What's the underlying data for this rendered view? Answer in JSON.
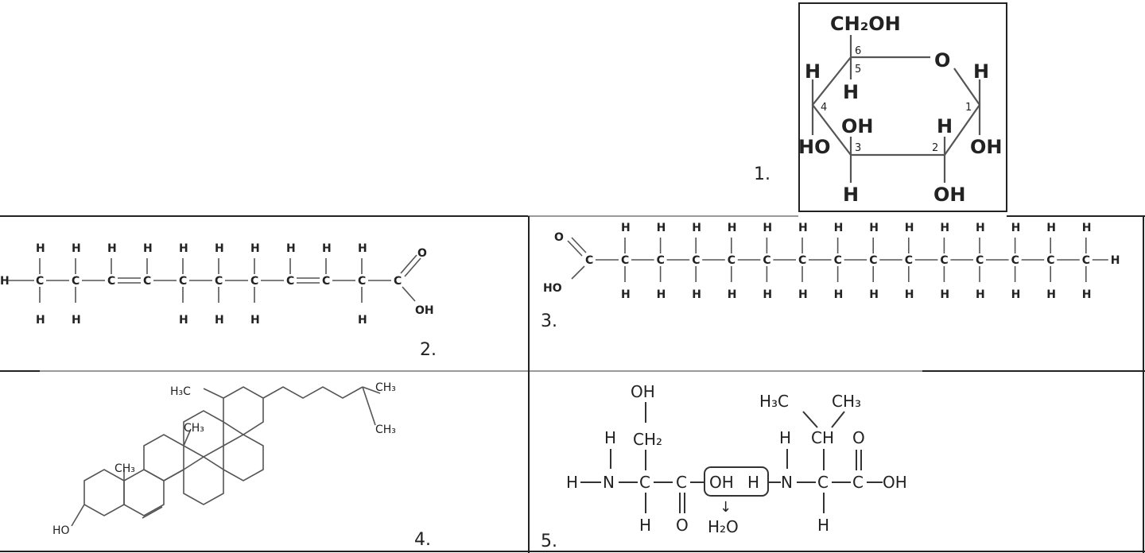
{
  "labels": {
    "glucose": "1.",
    "fatty_acid_unsaturated": "2.",
    "fatty_acid_saturated": "3.",
    "steroid": "4.",
    "dipeptide": "5."
  },
  "glucose": {
    "ch2oh": "CH₂OH",
    "ring_o": "O",
    "h_c4_top": "H",
    "h_c5": "H",
    "h_c1": "H",
    "oh_c3": "OH",
    "h_c2": "H",
    "ho_c4": "HO",
    "oh_c1": "OH",
    "h_c3_bottom": "H",
    "oh_c2_bottom": "OH",
    "carbon_numbers": [
      "1",
      "2",
      "3",
      "4",
      "5",
      "6"
    ]
  },
  "fatty2": {
    "h": "H",
    "c": "C",
    "o": "O",
    "oh": "OH"
  },
  "fatty3": {
    "h": "H",
    "c": "C",
    "o": "O",
    "ho": "HO"
  },
  "steroid": {
    "h3c": "H₃C",
    "ch3": "CH₃",
    "ho": "HO"
  },
  "dipeptide": {
    "oh_top": "OH",
    "ch2": "CH₂",
    "h": "H",
    "n": "N",
    "c": "C",
    "o": "O",
    "ch": "CH",
    "h3c": "H₃C",
    "ch3": "CH₃",
    "oh_box": "OH",
    "h_box": "H",
    "cooh_oh": "OH",
    "water": "H₂O",
    "arrow": "↓"
  }
}
